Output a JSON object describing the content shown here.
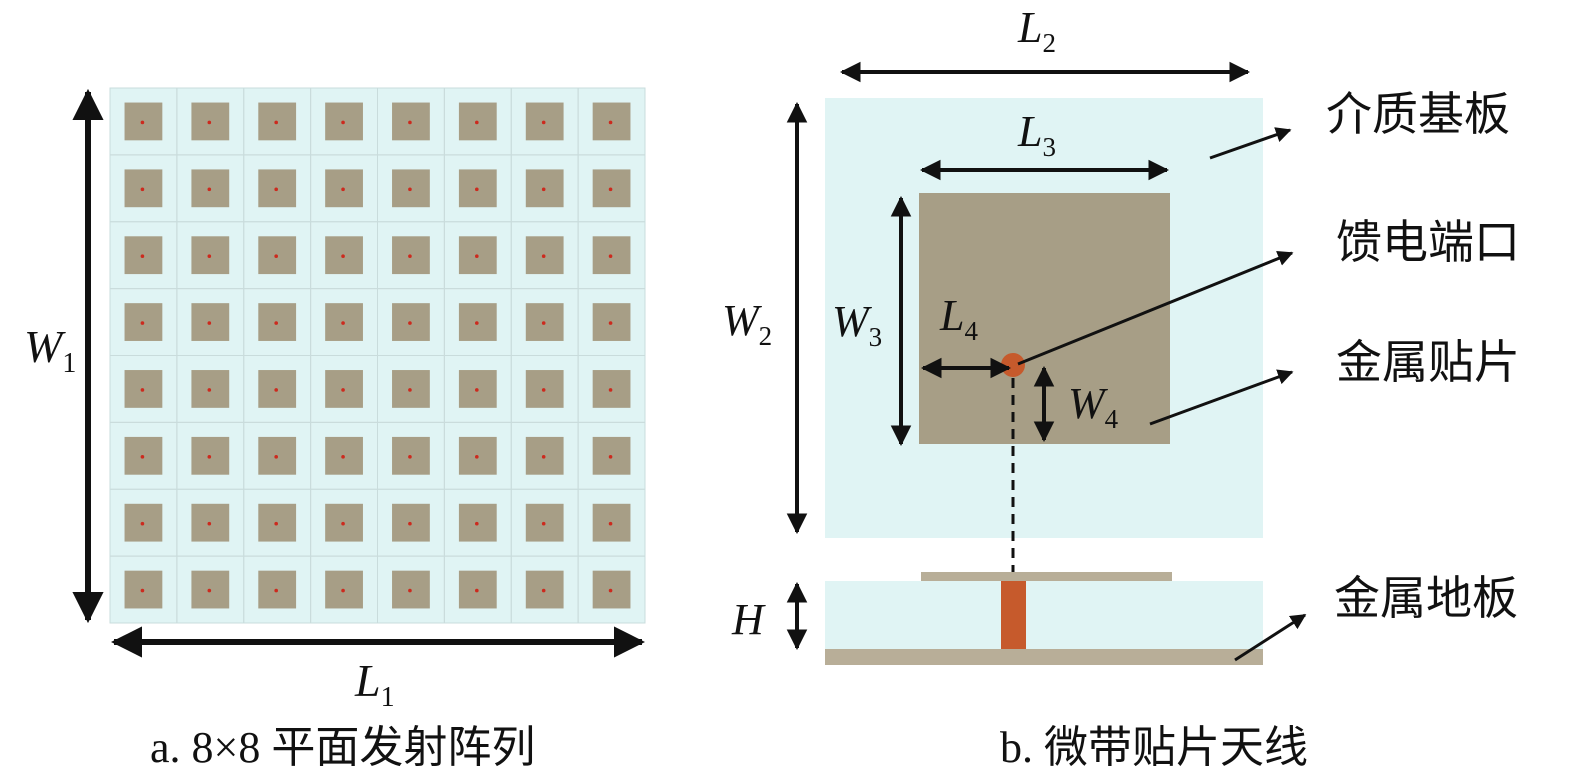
{
  "panel_a": {
    "rows": 8,
    "cols": 8,
    "dim_width": {
      "symbol": "W",
      "sub": "1"
    },
    "dim_length": {
      "symbol": "L",
      "sub": "1"
    },
    "caption": "a. 8×8 平面发射阵列"
  },
  "panel_b": {
    "dims": {
      "L2": {
        "symbol": "L",
        "sub": "2"
      },
      "L3": {
        "symbol": "L",
        "sub": "3"
      },
      "L4": {
        "symbol": "L",
        "sub": "4"
      },
      "W2": {
        "symbol": "W",
        "sub": "2"
      },
      "W3": {
        "symbol": "W",
        "sub": "3"
      },
      "W4": {
        "symbol": "W",
        "sub": "4"
      },
      "H": {
        "symbol": "H"
      }
    },
    "callouts": {
      "substrate": "介质基板",
      "feed_port": "馈电端口",
      "patch": "金属贴片",
      "ground": "金属地板"
    },
    "caption": "b. 微带贴片天线"
  },
  "colors": {
    "substrate": "#e0f4f4",
    "patch": "#a79e86",
    "ground": "#b8ae98",
    "feed": "#c65a2c",
    "feed_dot": "#cc2a1e",
    "grid_line": "#c9dcdc",
    "ink": "#111111"
  }
}
